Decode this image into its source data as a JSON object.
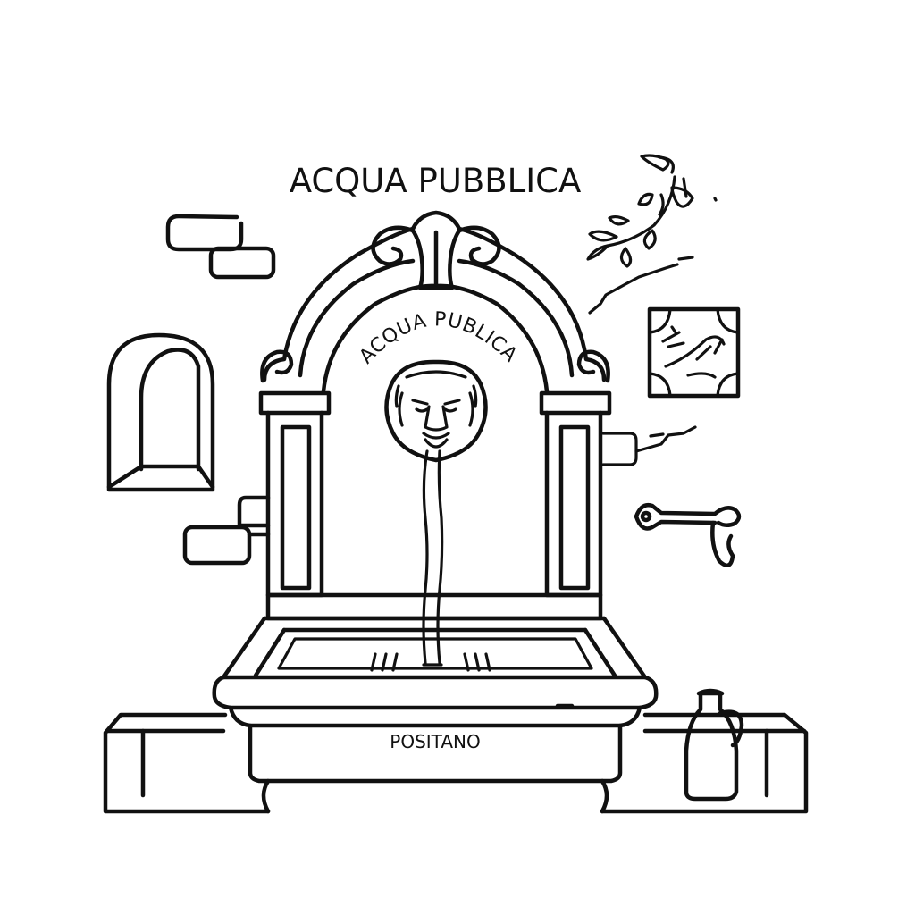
{
  "title": "ACQUA PUBBLICA",
  "arch_inscription": "ACQUA PUBLICA",
  "basin_inscription": "POSITANO",
  "colors": {
    "ink": "#111111",
    "background": "#ffffff"
  },
  "elements": [
    "lion-head-icon",
    "water-jug-icon",
    "leafy-branch-icon",
    "decorative-tile-icon",
    "wall-bracket-icon",
    "arched-window"
  ]
}
